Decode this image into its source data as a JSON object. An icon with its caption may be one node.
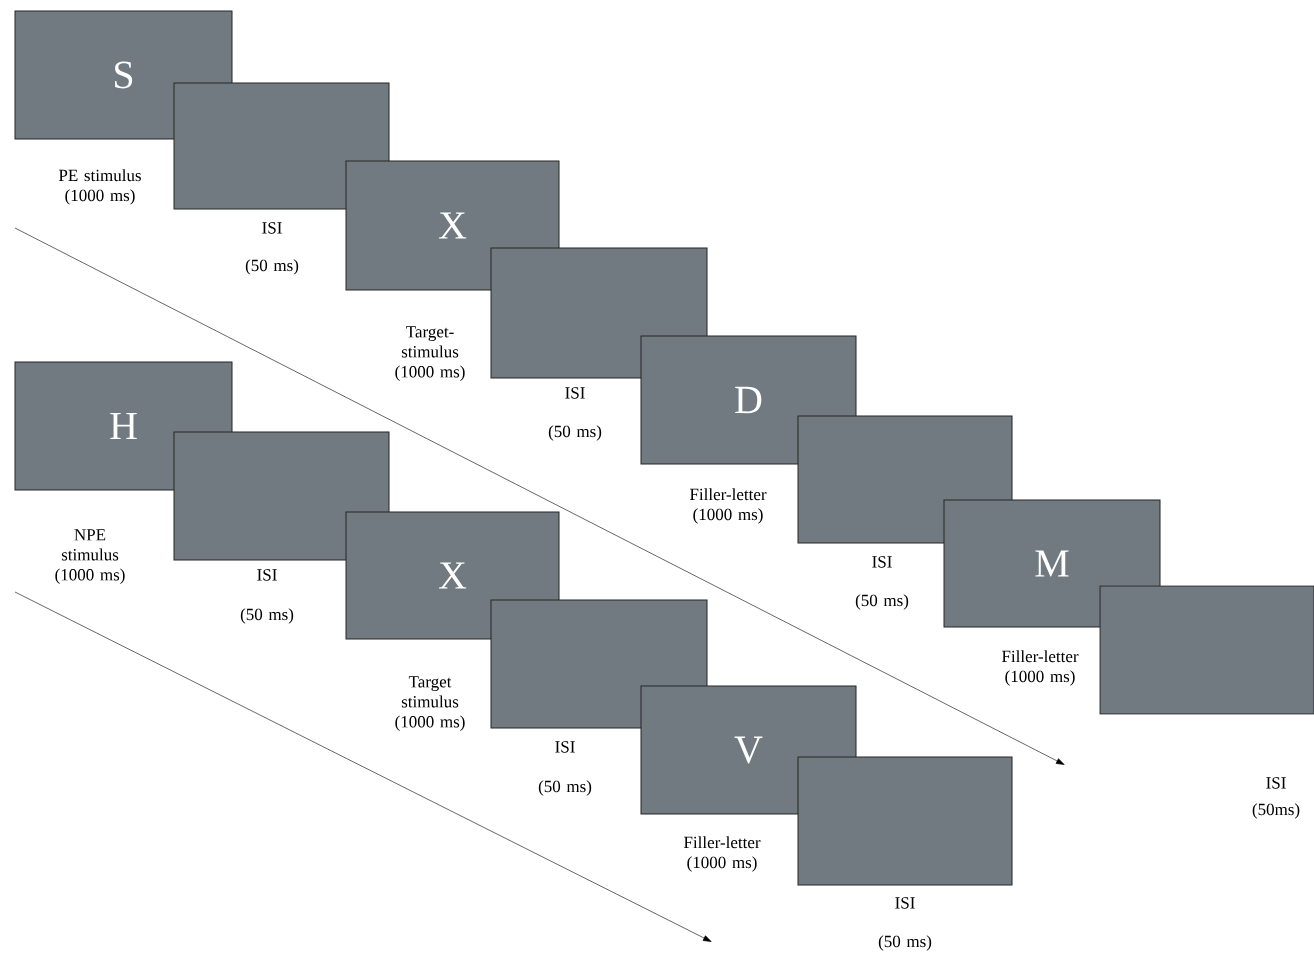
{
  "diagram": {
    "nodes": [
      {
        "text": [
          "S"
        ],
        "beside": [
          "PE stimulus (1000 ms)"
        ]
      },
      {
        "text": [],
        "shape": "box",
        "beside": [
          "ISI",
          "(50 ms)"
        ]
      },
      {
        "text": [
          "X"
        ],
        "beside": [
          "Target- stimulus (1000 ms)"
        ]
      },
      {
        "text": [],
        "shape": "box",
        "beside": [
          "ISI",
          "(50 ms)"
        ]
      },
      {
        "text": [
          "D"
        ],
        "beside": [
          "Filler-letter (1000 ms)"
        ]
      },
      {
        "text": [],
        "shape": "box",
        "beside": [
          "ISI",
          "(50 ms)"
        ]
      },
      {
        "text": [
          "M"
        ],
        "beside": [
          "Filler-letter (1000 ms)"
        ]
      },
      {
        "text": [],
        "shape": "box",
        "beside": [
          "ISI",
          "(50ms)"
        ]
      },
      {
        "text": [
          "H"
        ],
        "beside": [
          "NPE stimulus (1000 ms)"
        ]
      },
      {
        "text": [],
        "shape": "box",
        "beside": [
          "ISI",
          "(50 ms)"
        ]
      },
      {
        "text": [
          "X"
        ],
        "beside": [
          "Target stimulus (1000 ms)"
        ]
      },
      {
        "text": [],
        "shape": "box",
        "beside": [
          "ISI",
          "(50 ms)"
        ]
      },
      {
        "text": [
          "V"
        ],
        "beside": [
          "Filler-letter (1000 ms)"
        ]
      },
      {
        "text": [],
        "shape": "box",
        "beside": [
          "ISI",
          "(50 ms)"
        ]
      }
    ]
  }
}
